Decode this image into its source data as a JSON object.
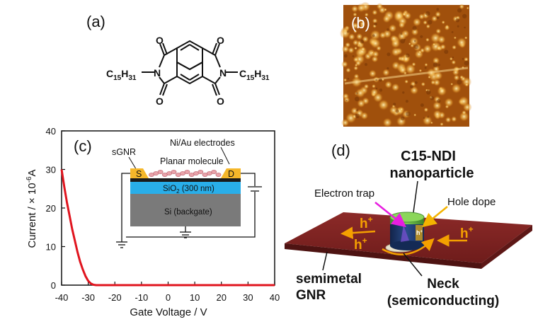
{
  "panels": {
    "a": "(a)",
    "b": "(b)",
    "c": "(c)",
    "d": "(d)"
  },
  "molecule": {
    "substituent_left_main": "C",
    "substituent_left_sub1": "15",
    "substituent_left_mid": "H",
    "substituent_left_sub2": "31",
    "substituent_right_main": "C",
    "substituent_right_sub1": "15",
    "substituent_right_mid": "H",
    "substituent_right_sub2": "31",
    "atom_N": "N",
    "atom_O": "O"
  },
  "device_inset": {
    "electrodes_label": "Ni/Au electrodes",
    "sgnr_label": "sGNR",
    "planar_molecule_label": "Planar molecule",
    "source_label": "S",
    "drain_label": "D",
    "oxide_label_pre": "SiO",
    "oxide_label_sub": "2",
    "oxide_label_post": " (300 nm)",
    "substrate_label": "Si (backgate)"
  },
  "chart_data": {
    "type": "line",
    "xlabel": "Gate Voltage / V",
    "ylabel_pre": "Current / × 10",
    "ylabel_sup": "-6",
    "ylabel_post": "A",
    "xlim": [
      -40,
      40
    ],
    "ylim": [
      0,
      40
    ],
    "xticks": [
      "-40",
      "-30",
      "-20",
      "-10",
      "0",
      "10",
      "20",
      "30",
      "40"
    ],
    "yticks": [
      "0",
      "10",
      "20",
      "30",
      "40"
    ],
    "line_color": "#e0141e",
    "series": [
      {
        "x": [
          -40,
          -39,
          -38,
          -37,
          -36,
          -35,
          -34,
          -33,
          -32,
          -31,
          -30,
          -29,
          -28,
          -27,
          -26,
          -20,
          -10,
          0,
          10,
          20,
          30,
          40
        ],
        "y": [
          30.0,
          25.5,
          21.5,
          18.0,
          14.5,
          11.5,
          8.5,
          6.0,
          4.0,
          2.3,
          1.1,
          0.4,
          0.1,
          0.0,
          0.0,
          0.0,
          0.0,
          0.0,
          0.0,
          0.0,
          0.0,
          0.0
        ]
      }
    ]
  },
  "schematic": {
    "particle_title_line1": "C15-NDI",
    "particle_title_line2": "nanoparticle",
    "electron_trap": "Electron trap",
    "hole_dope": "Hole dope",
    "hole_symbol": "h",
    "hole_sup": "+",
    "gnr_line1": "semimetal",
    "gnr_line2": "GNR",
    "neck_line1": "Neck",
    "neck_line2": "(semiconducting)"
  }
}
